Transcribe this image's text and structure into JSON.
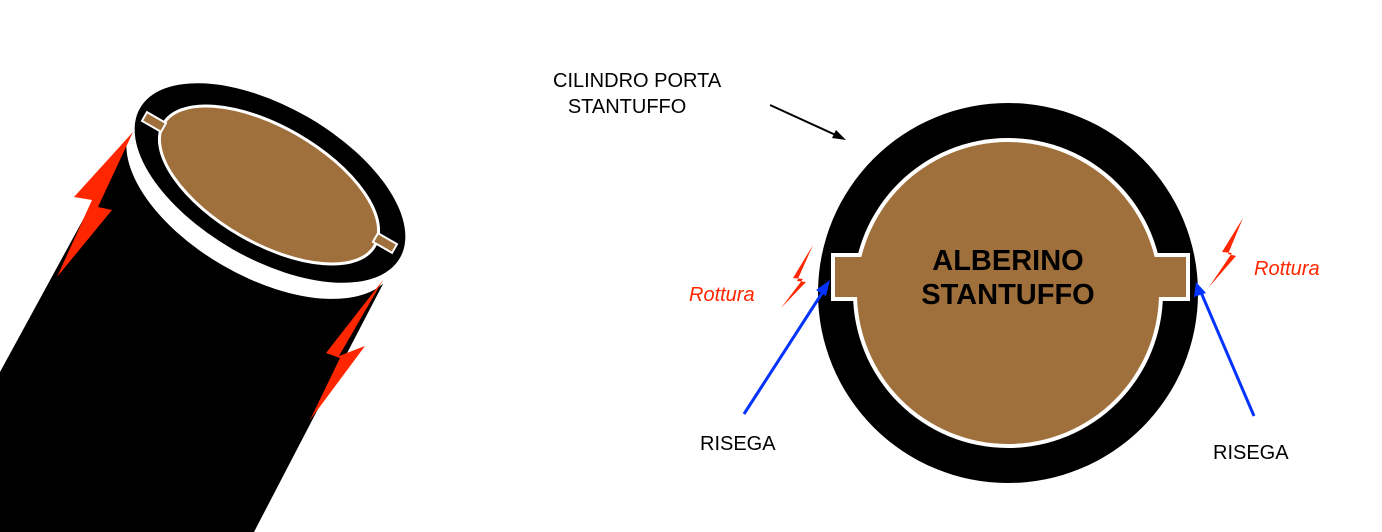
{
  "labels": {
    "cylinder": [
      "CILINDRO PORTA",
      "STANTUFFO"
    ],
    "shaft": [
      "ALBERINO",
      "STANTUFFO"
    ],
    "break_left": "Rottura",
    "break_right": "Rottura",
    "step_left": "RISEGA",
    "step_right": "RISEGA"
  },
  "colors": {
    "brown": "#a0703c",
    "break": "#ff2600",
    "arrow_blue": "#0433ff",
    "black": "#000000"
  }
}
